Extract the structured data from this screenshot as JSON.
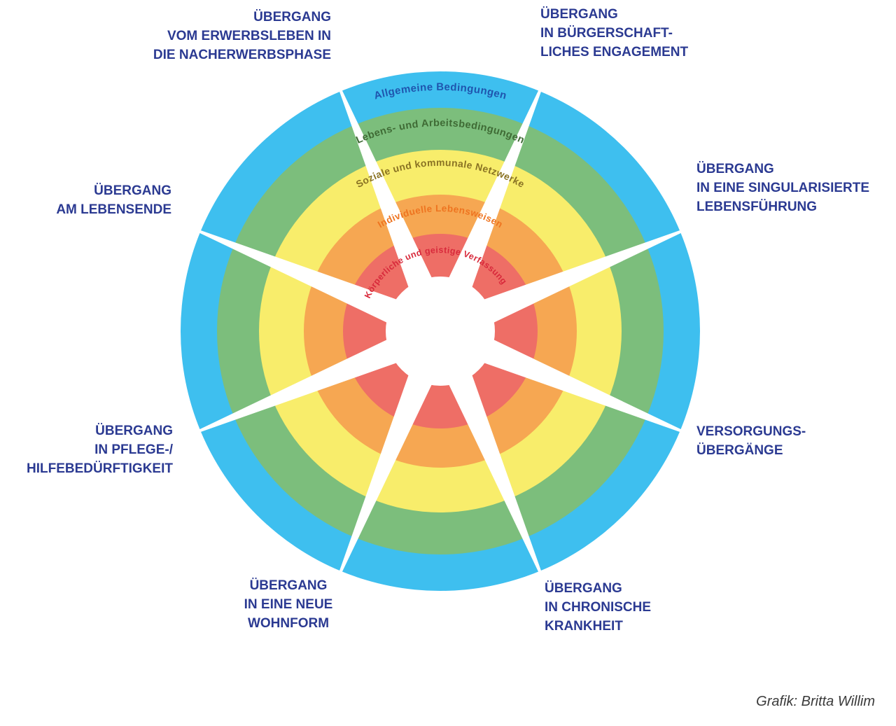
{
  "wheel": {
    "description": "Concentric influence rings with eight life-transition segments",
    "rings": [
      {
        "name": "allgemeine-bedingungen",
        "label": "Allgemeine Bedingungen",
        "color": "#3EBFEF",
        "text_color": "#1F55AE"
      },
      {
        "name": "lebens-arbeitsbedingungen",
        "label": "Lebens- und Arbeitsbedingungen",
        "color": "#7CBE7C",
        "text_color": "#3F6B35"
      },
      {
        "name": "soziale-kommunale-netzwerke",
        "label": "Soziale und kommunale Netzwerke",
        "color": "#F8ED6B",
        "text_color": "#8A7324"
      },
      {
        "name": "individuelle-lebensweisen",
        "label": "Individuelle Lebensweisen",
        "color": "#F6A752",
        "text_color": "#EE7420"
      },
      {
        "name": "koerperliche-verfassung",
        "label": "Körperliche und geistige Verfassung",
        "color": "#EE6E66",
        "text_color": "#D8293B"
      }
    ],
    "transitions": [
      {
        "name": "nacherwerbsphase",
        "position": "top-left",
        "lines": [
          "ÜBERGANG",
          "VOM ERWERBSLEBEN IN",
          "DIE NACHERWERBSPHASE"
        ]
      },
      {
        "name": "buergerschaftliches-engagement",
        "position": "top-right",
        "lines": [
          "ÜBERGANG",
          "IN BÜRGERSCHAFT-",
          "LICHES ENGAGEMENT"
        ]
      },
      {
        "name": "singularisierte-lebensfuehrung",
        "position": "right-upper",
        "lines": [
          "ÜBERGANG",
          "IN EINE SINGULARISIERTE",
          "LEBENSFÜHRUNG"
        ]
      },
      {
        "name": "versorgungsuebergaenge",
        "position": "right-lower",
        "lines": [
          "VERSORGUNGS-",
          "ÜBERGÄNGE"
        ]
      },
      {
        "name": "chronische-krankheit",
        "position": "bottom-right",
        "lines": [
          "ÜBERGANG",
          "IN CHRONISCHE",
          "KRANKHEIT"
        ]
      },
      {
        "name": "neue-wohnform",
        "position": "bottom-left",
        "lines": [
          "ÜBERGANG",
          "IN EINE NEUE",
          "WOHNFORM"
        ]
      },
      {
        "name": "pflege-hilfebeduerftigkeit",
        "position": "left-lower",
        "lines": [
          "ÜBERGANG",
          "IN PFLEGE-/",
          "HILFEBEDÜRFTIGKEIT"
        ]
      },
      {
        "name": "lebensende",
        "position": "left-upper",
        "lines": [
          "ÜBERGANG",
          "AM LEBENSENDE"
        ]
      }
    ],
    "label_color": "#2B3A92",
    "credit": "Grafik: Britta Willim",
    "credit_color": "#3A3A3A"
  }
}
